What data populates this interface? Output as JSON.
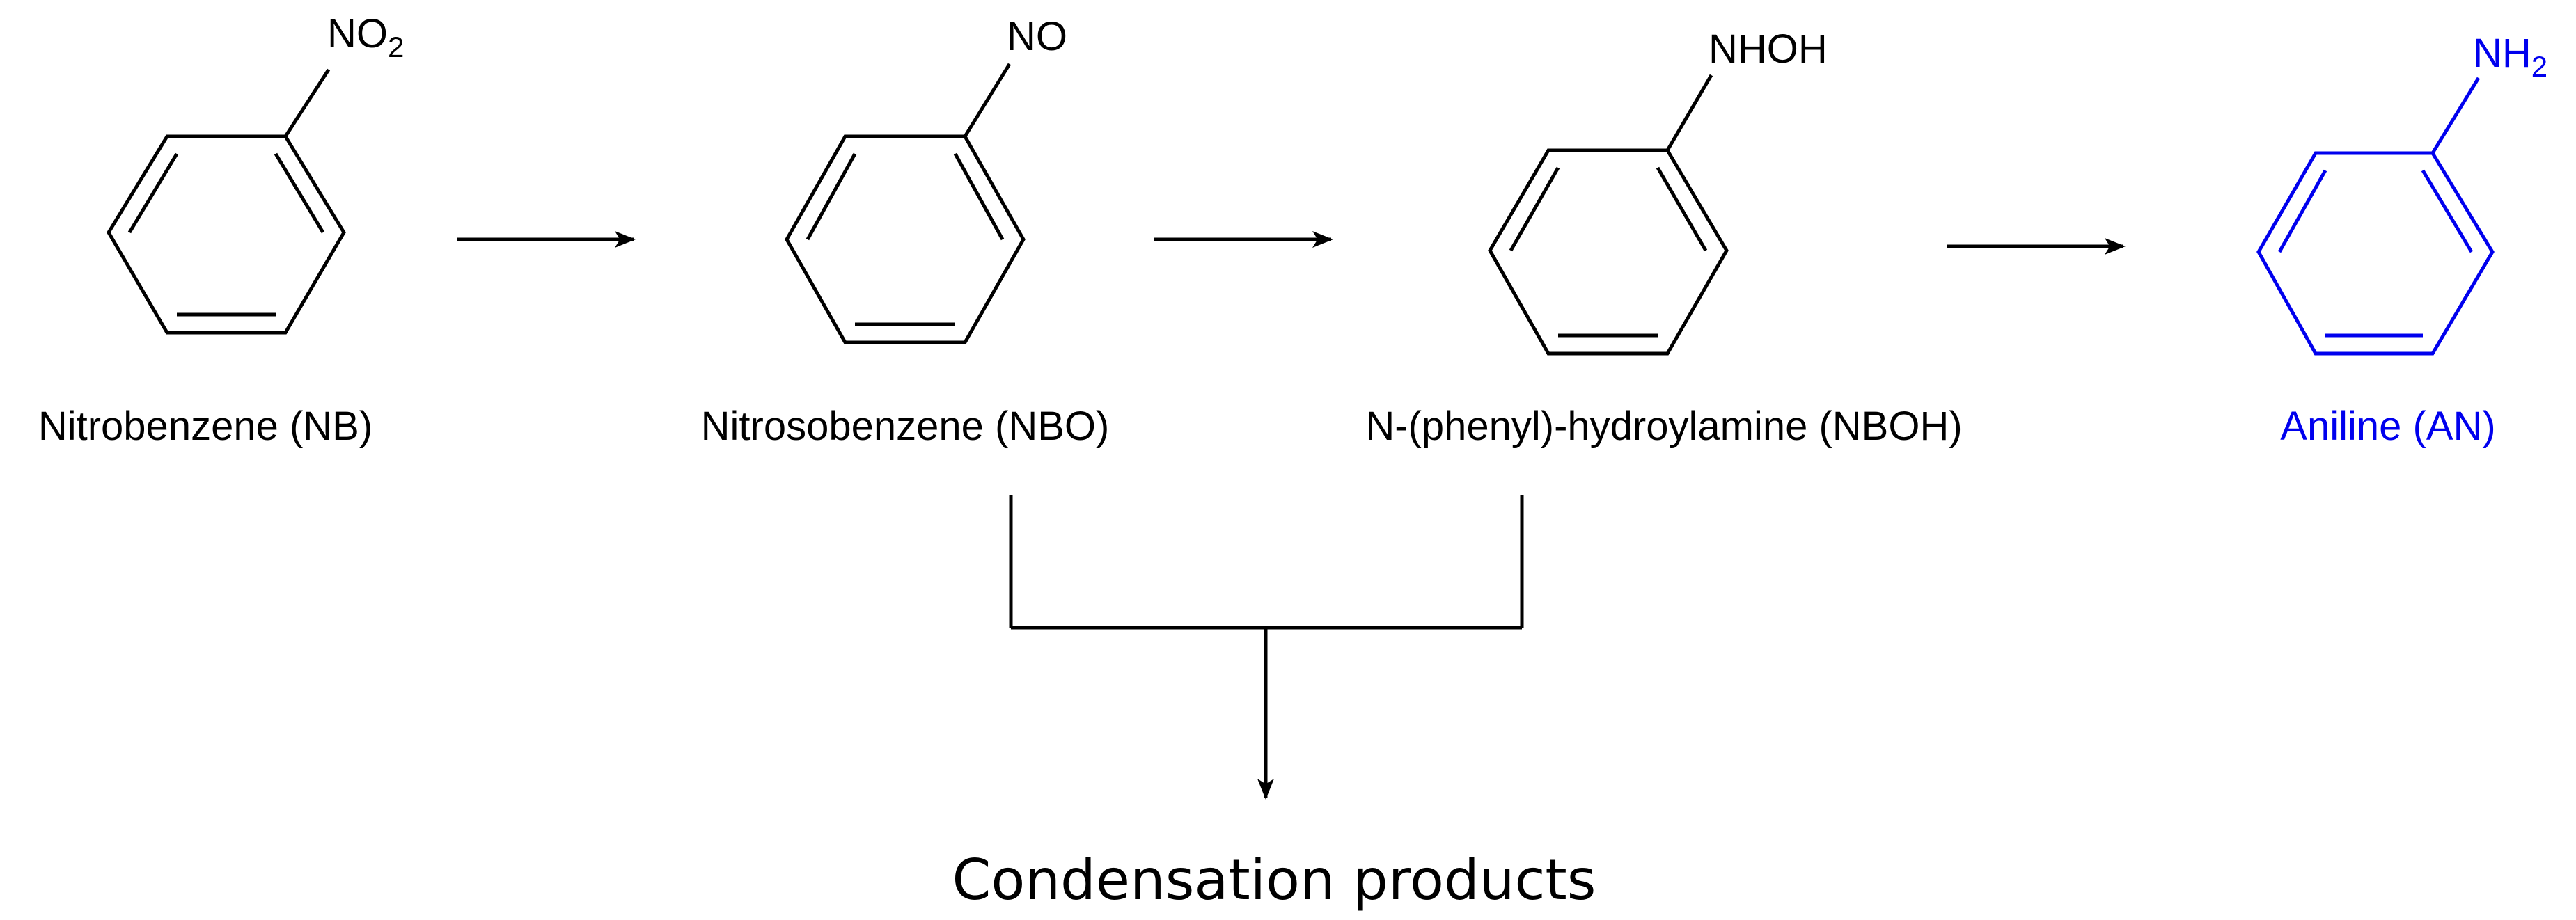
{
  "compounds": [
    {
      "name": "Nitrobenzene (NB)",
      "group": "NO",
      "group_sub": "2",
      "color": "#000000"
    },
    {
      "name": "Nitrosobenzene (NBO)",
      "group": "NO",
      "group_sub": "",
      "color": "#000000"
    },
    {
      "name": "N-(phenyl)-hydroylamine (NBOH)",
      "group": "NHOH",
      "group_sub": "",
      "color": "#000000"
    },
    {
      "name": "Aniline (AN)",
      "group": "NH",
      "group_sub": "2",
      "color": "#0000ee"
    }
  ],
  "side_product": "Condensation products"
}
